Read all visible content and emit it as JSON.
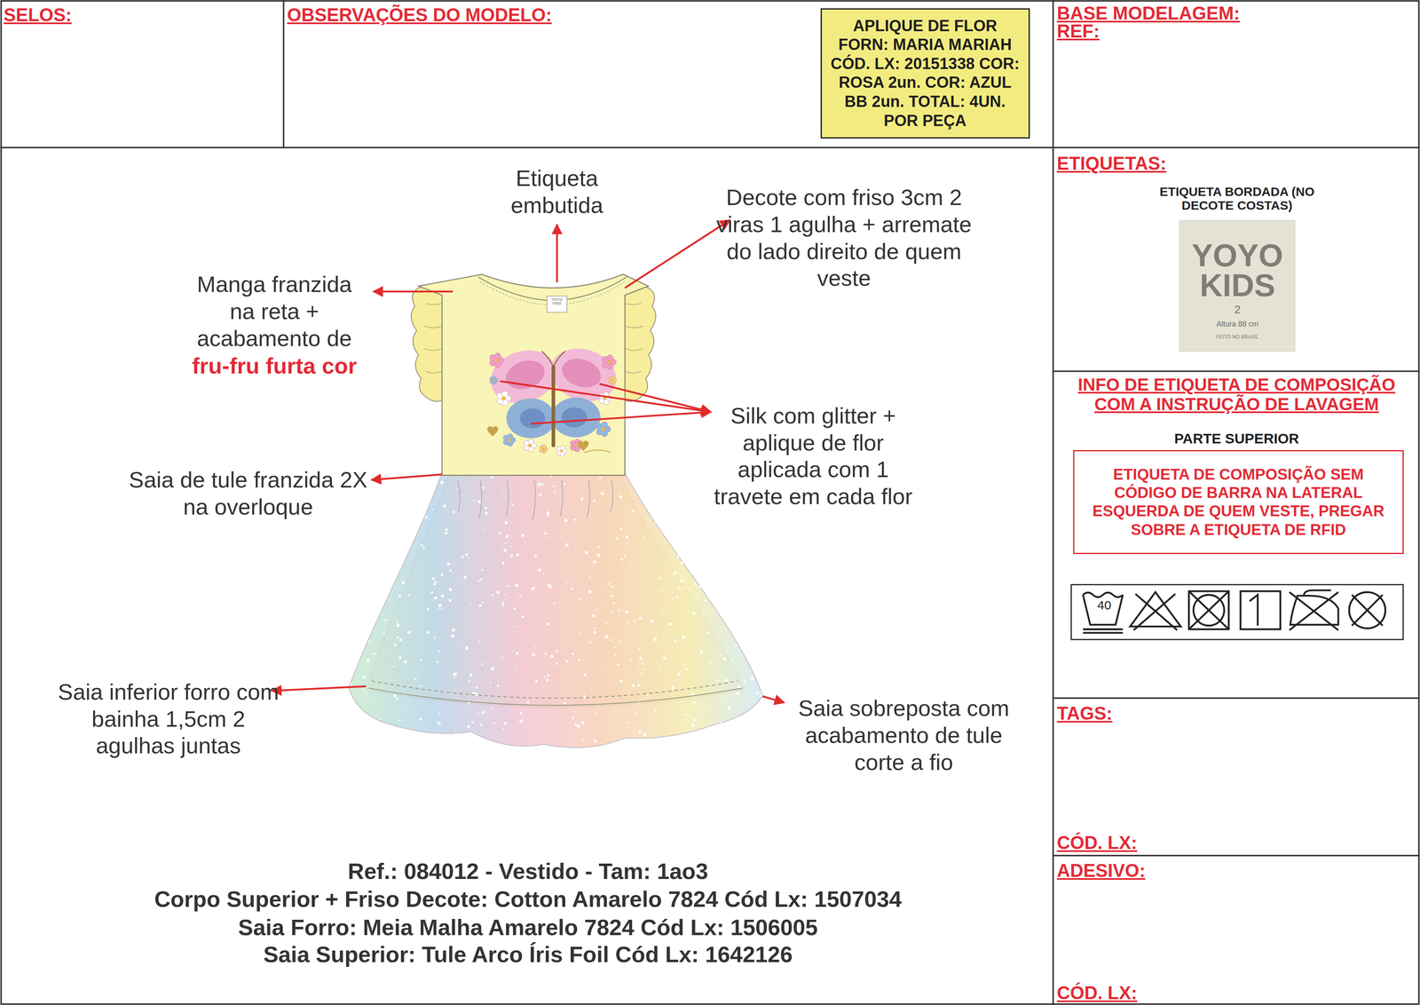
{
  "diagram": {
    "nodes": [
      {
        "text": [
          "SELOS:"
        ]
      },
      {
        "text": [
          "OBSERVAÇÕES DO MODELO:"
        ]
      },
      {
        "text": [
          "APLIQUE DE FLOR FORN: MARIA MARIAH CÓD. LX: 20151338 COR: ROSA 2un. COR: AZUL BB 2un. TOTAL: 4UN. POR PEÇA"
        ],
        "in": 1
      },
      {
        "text": [
          "BASE MODELAGEM:",
          "REF:"
        ]
      },
      {
        "text": [
          "ETIQUETAS:",
          "ETIQUETA BORDADA (NO DECOTE COSTAS)"
        ]
      },
      {
        "text": [
          "YOYO KIDS",
          "2",
          "Altura 88 cm",
          "FEITO NO BRASIL"
        ],
        "in": 4
      },
      {
        "text": [
          "INFO DE ETIQUETA DE COMPOSIÇÃO COM A INSTRUÇÃO DE LAVAGEM",
          "PARTE SUPERIOR"
        ]
      },
      {
        "text": [
          "ETIQUETA DE COMPOSIÇÃO SEM CÓDIGO DE BARRA NA LATERAL ESQUERDA DE QUEM VESTE, PREGAR SOBRE A ETIQUETA DE RFID"
        ],
        "in": 6
      },
      {
        "text": [
          "40"
        ],
        "in": 6
      },
      {
        "text": [
          "TAGS:",
          "CÓD. LX:"
        ]
      },
      {
        "text": [
          "ADESIVO:",
          "CÓD. LX:"
        ]
      }
    ],
    "labels": [
      "Etiqueta embutida",
      "Decote com friso 3cm 2 viras 1 agulha + arremate do lado direito de quem veste",
      "Manga franzida na reta + acabamento de",
      "fru-fru furta cor",
      "YOYO KIDS",
      "Silk com glitter + aplique de flor aplicada com 1 travete em cada flor",
      "Saia de tule franzida 2X na overloque",
      "Saia inferior forro com bainha 1,5cm 2 agulhas juntas",
      "Saia sobreposta com acabamento de tule corte a fio",
      "Ref.: 084012 - Vestido - Tam: 1ao3",
      "Corpo Superior + Friso Decote: Cotton Amarelo 7824 Cód Lx: 1507034",
      "Saia Forro: Meia Malha Amarelo 7824 Cód Lx: 1506005",
      "Saia Superior: Tule Arco Íris Foil Cód Lx: 1642126"
    ]
  }
}
